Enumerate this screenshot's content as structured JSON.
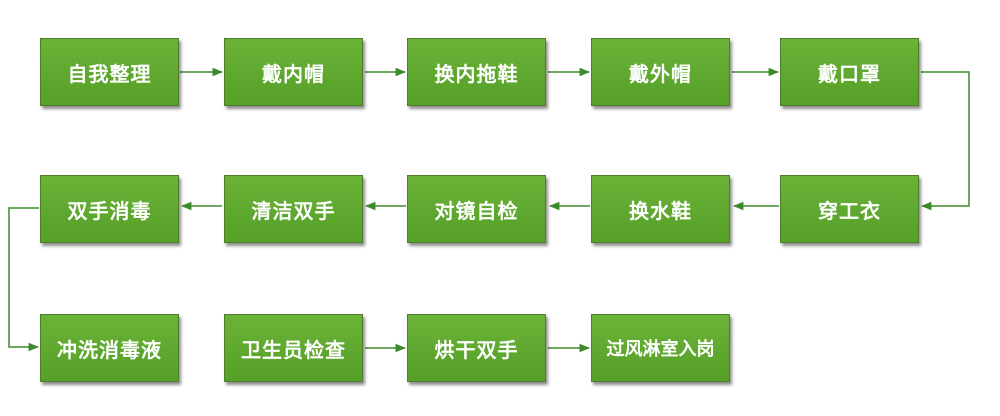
{
  "colors": {
    "node_fill": "#5ea72e",
    "node_border": "#4f7d2a",
    "connector": "#3d8a2c",
    "text": "#ffffff"
  },
  "steps": [
    {
      "label": "自我整理"
    },
    {
      "label": "戴内帽"
    },
    {
      "label": "换内拖鞋"
    },
    {
      "label": "戴外帽"
    },
    {
      "label": "戴口罩"
    },
    {
      "label": "穿工衣"
    },
    {
      "label": "换水鞋"
    },
    {
      "label": "对镜自检"
    },
    {
      "label": "清洁双手"
    },
    {
      "label": "双手消毒"
    },
    {
      "label": "冲洗消毒液"
    },
    {
      "label": "卫生员检查"
    },
    {
      "label": "烘干双手"
    },
    {
      "label": "过风淋室入岗"
    }
  ]
}
